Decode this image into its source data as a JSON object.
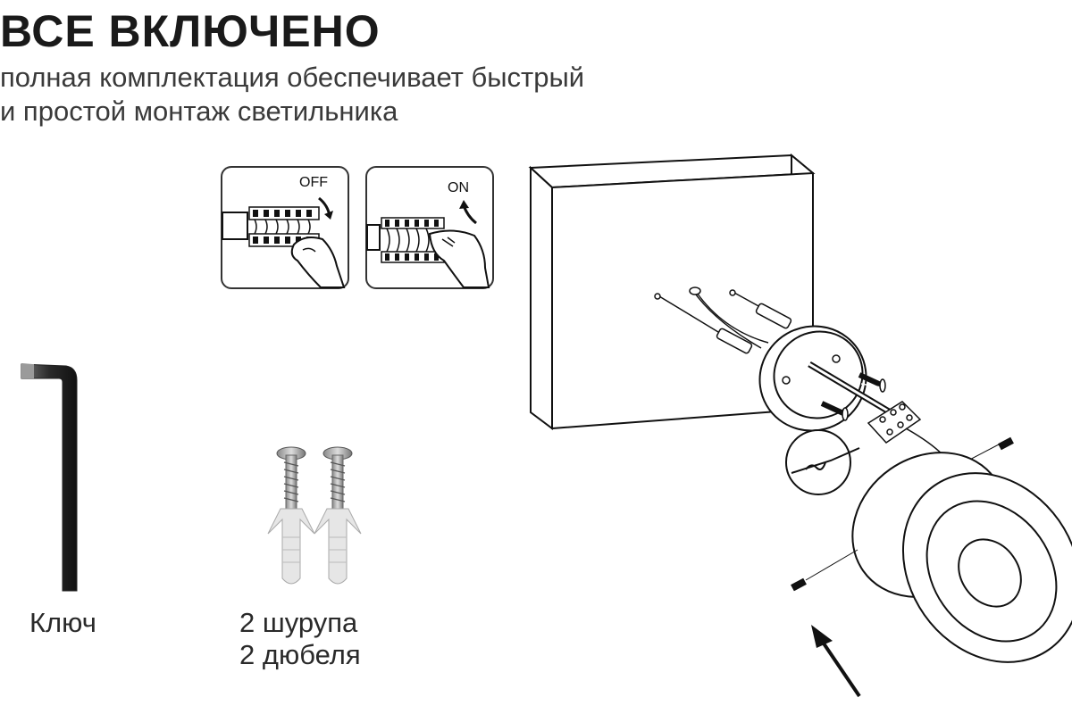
{
  "header": {
    "title": "ВСЕ ВКЛЮЧЕНО",
    "subtitle_line1": "полная комплектация обеспечивает быстрый",
    "subtitle_line2": "и простой монтаж светильника"
  },
  "switch_panels": {
    "off_label": "OFF",
    "on_label": "ON"
  },
  "items": {
    "key_label": "Ключ",
    "screws_label": "2 шурупа",
    "dowels_label": "2 дюбеля"
  }
}
